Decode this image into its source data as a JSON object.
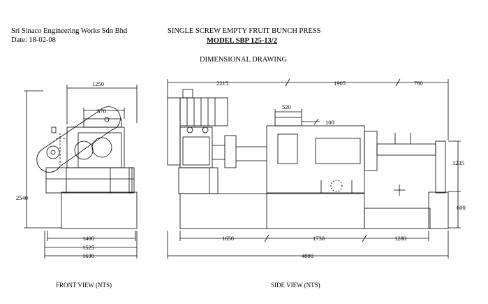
{
  "header": {
    "company": "Sri Sinaco Engineering Works Sdn Bhd",
    "date": "Date: 18-02-08",
    "title": "SINGLE SCREW EMPTY FRUIT BUNCH PRESS",
    "model": "MODEL SBP 125-13/2",
    "drawing_type": "DIMENSIONAL DRAWING"
  },
  "front_view": {
    "caption": "FRONT VIEW (NTS)",
    "dims": {
      "top_width": "1250",
      "motor_width": "570",
      "overall_height": "2540",
      "base_width_1": "1400",
      "base_width_2": "1525",
      "base_width_3": "1630"
    }
  },
  "side_view": {
    "caption": "SIDE VIEW (NTS)",
    "dims": {
      "top_left": "2215",
      "top_mid": "1905",
      "top_right": "760",
      "hopper_width": "520",
      "hopper_offset": "100",
      "right_height": "1235",
      "base_height": "600",
      "bottom_left": "1650",
      "bottom_mid": "1730",
      "bottom_right": "1280",
      "overall_length": "4880"
    }
  }
}
